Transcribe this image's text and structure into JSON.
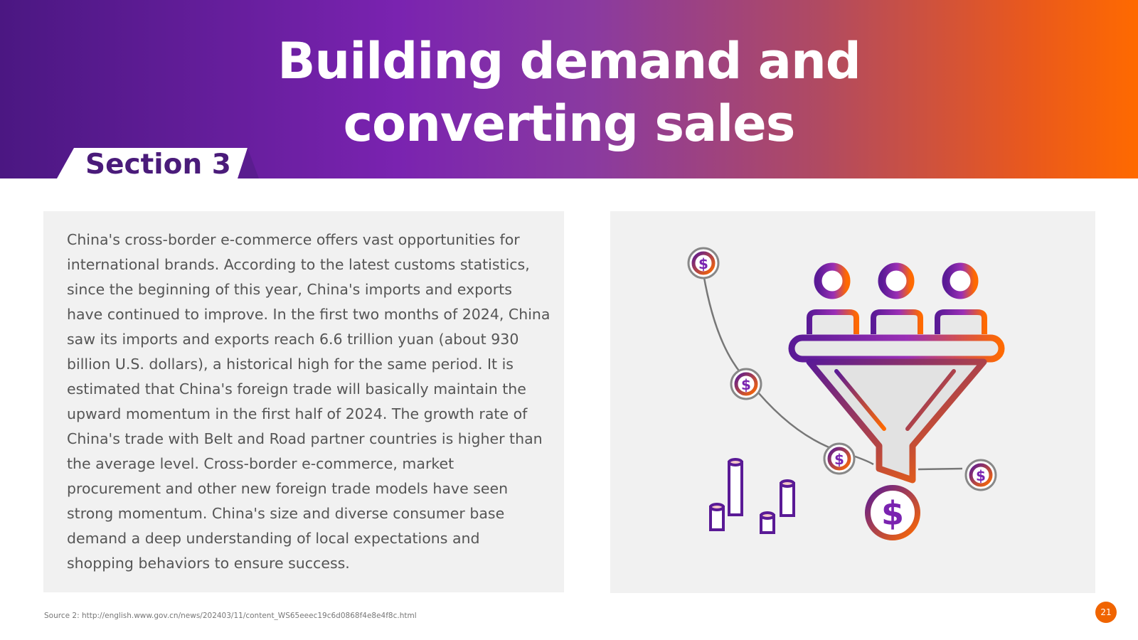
{
  "header": {
    "title_line1": "Building demand and",
    "title_line2": "converting sales",
    "section_label": "Section 3"
  },
  "content": {
    "paragraph": "China's cross-border e-commerce offers vast opportunities for international brands. According to the latest customs statistics, since the beginning of this year, China's imports and exports have continued to improve. In the first two months of 2024, China saw its imports and exports reach 6.6 trillion yuan (about 930 billion U.S. dollars), a historical high for the same period. It is estimated that China's foreign trade will basically maintain the upward momentum in the first half of 2024. The growth rate of China's trade with Belt and Road partner countries is higher than the average level. Cross-border e-commerce, market procurement and other new foreign trade models have seen strong momentum. China's size and diverse consumer base demand a deep understanding of local expectations and shopping behaviors to ensure success."
  },
  "illustration": {
    "icon": "sales-funnel-icon",
    "coin_symbol": "$"
  },
  "footer": {
    "source": "Source 2: http://english.www.gov.cn/news/202403/11/content_WS65eeec19c6d0868f4e8e4f8c.html",
    "page_number": "21"
  },
  "colors": {
    "purple": "#6a1fa0",
    "orange": "#ff6a00",
    "section_text": "#4a1b7a"
  }
}
